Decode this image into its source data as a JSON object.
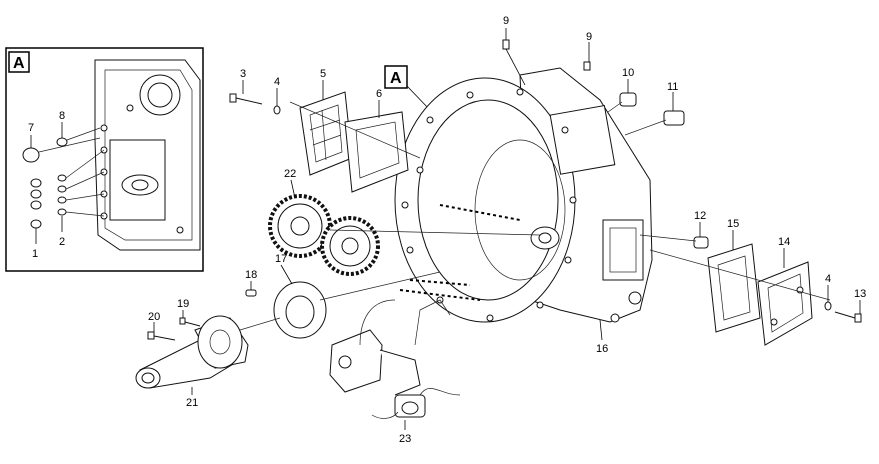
{
  "detail_view": {
    "label": "A"
  },
  "main_view_marker": {
    "label": "A"
  },
  "callouts": [
    {
      "id": "c7",
      "text": "7"
    },
    {
      "id": "c8",
      "text": "8"
    },
    {
      "id": "c1",
      "text": "1"
    },
    {
      "id": "c2",
      "text": "2"
    },
    {
      "id": "c3",
      "text": "3"
    },
    {
      "id": "c4a",
      "text": "4"
    },
    {
      "id": "c5",
      "text": "5"
    },
    {
      "id": "c6",
      "text": "6"
    },
    {
      "id": "c9a",
      "text": "9"
    },
    {
      "id": "c9b",
      "text": "9"
    },
    {
      "id": "c10",
      "text": "10"
    },
    {
      "id": "c11",
      "text": "11"
    },
    {
      "id": "c22",
      "text": "22"
    },
    {
      "id": "c18",
      "text": "18"
    },
    {
      "id": "c17",
      "text": "17"
    },
    {
      "id": "c19",
      "text": "19"
    },
    {
      "id": "c20",
      "text": "20"
    },
    {
      "id": "c21",
      "text": "21"
    },
    {
      "id": "c23",
      "text": "23"
    },
    {
      "id": "c16",
      "text": "16"
    },
    {
      "id": "c12",
      "text": "12"
    },
    {
      "id": "c15",
      "text": "15"
    },
    {
      "id": "c14",
      "text": "14"
    },
    {
      "id": "c4b",
      "text": "4"
    },
    {
      "id": "c13",
      "text": "13"
    }
  ]
}
